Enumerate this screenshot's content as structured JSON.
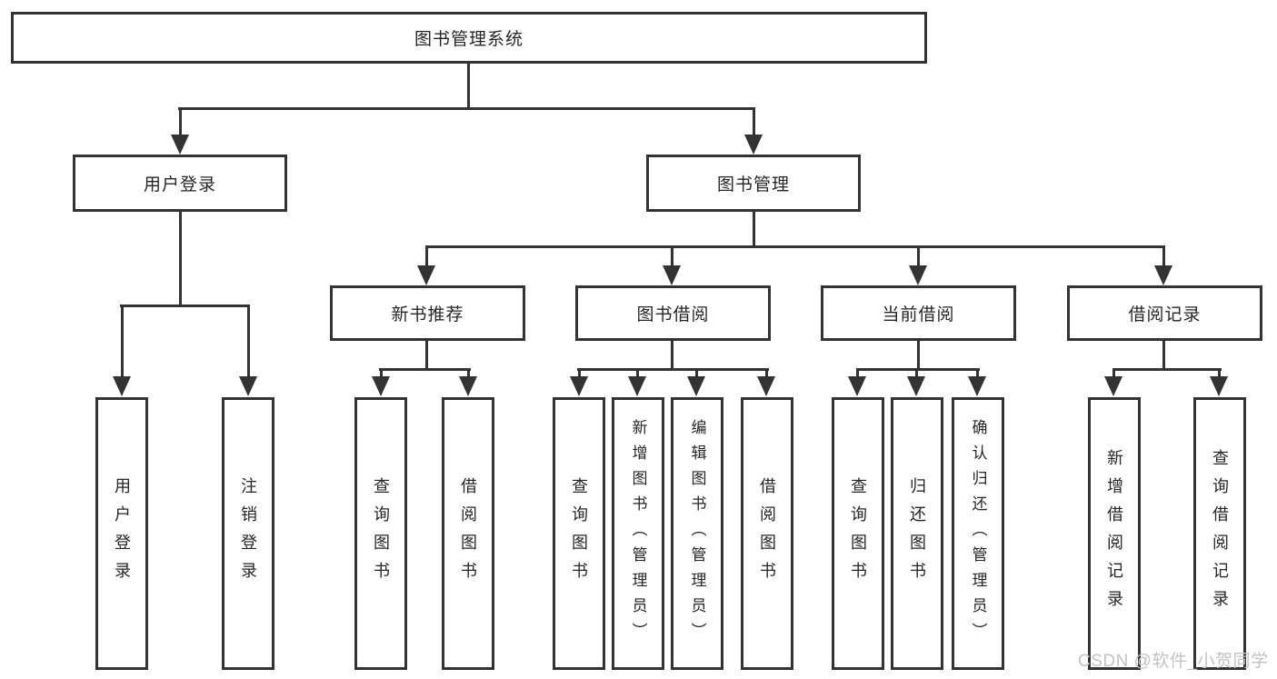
{
  "colors": {
    "line": "#333333",
    "text": "#262626",
    "background": "#ffffff",
    "watermark": "#c3c3c3"
  },
  "watermark": "CSDN @软件_小贺同学",
  "tree": {
    "root": "图书管理系统",
    "level1": [
      {
        "label": "用户登录",
        "leaves": [
          "用户登录",
          "注销登录"
        ]
      },
      {
        "label": "图书管理",
        "groups": [
          {
            "label": "新书推荐",
            "leaves": [
              "查询图书",
              "借阅图书"
            ]
          },
          {
            "label": "图书借阅",
            "leaves": [
              "查询图书",
              "新增图书（管理员）",
              "编辑图书（管理员）",
              "借阅图书"
            ]
          },
          {
            "label": "当前借阅",
            "leaves": [
              "查询图书",
              "归还图书",
              "确认归还（管理员）"
            ]
          },
          {
            "label": "借阅记录",
            "leaves": [
              "新增借阅记录",
              "查询借阅记录"
            ]
          }
        ]
      }
    ]
  }
}
